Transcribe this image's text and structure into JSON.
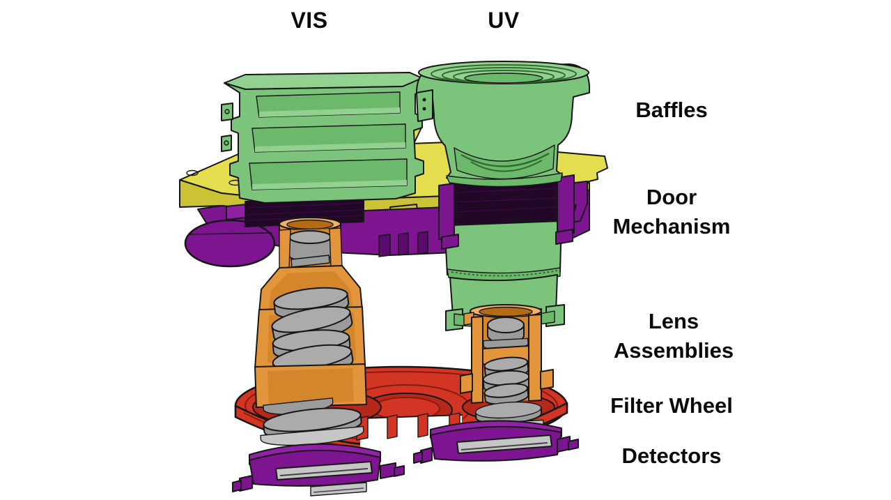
{
  "figure": {
    "type": "labeled-engineering-cross-section",
    "channels": [
      "VIS",
      "UV"
    ],
    "background": "#ffffff"
  },
  "labels": {
    "vis": "VIS",
    "uv": "UV",
    "baffles": "Baffles",
    "door_mechanism": [
      "Door",
      "Mechanism"
    ],
    "lens_assemblies": [
      "Lens",
      "Assemblies"
    ],
    "filter_wheel": "Filter Wheel",
    "detectors": "Detectors"
  },
  "colors": {
    "label_text": "#0a0a0a",
    "outline": "#161616",
    "baffle_green": "#7cc47c",
    "baffle_green_light": "#93d190",
    "baffle_green_mid": "#6db96b",
    "baffle_green_dark": "#2f6b2f",
    "deck_yellow": "#e4dd4d",
    "deck_yellow_dark": "#cbc236",
    "door_purple": "#7d1591",
    "door_purple_light": "#8f21a4",
    "door_purple_dark": "#5a0b6b",
    "door_knurl_dark": "#200826",
    "lens_orange": "#e2953b",
    "lens_orange_light": "#efb269",
    "lens_orange_mid": "#d3862a",
    "lens_orange_dark": "#b56a14",
    "filter_red": "#d23523",
    "filter_red_dark": "#b5281a",
    "filter_red_deep": "#8a1a0e",
    "metal_gray": "#9b9b9b",
    "metal_gray_mid": "#ababab",
    "metal_gray_light": "#c6c6c6"
  }
}
